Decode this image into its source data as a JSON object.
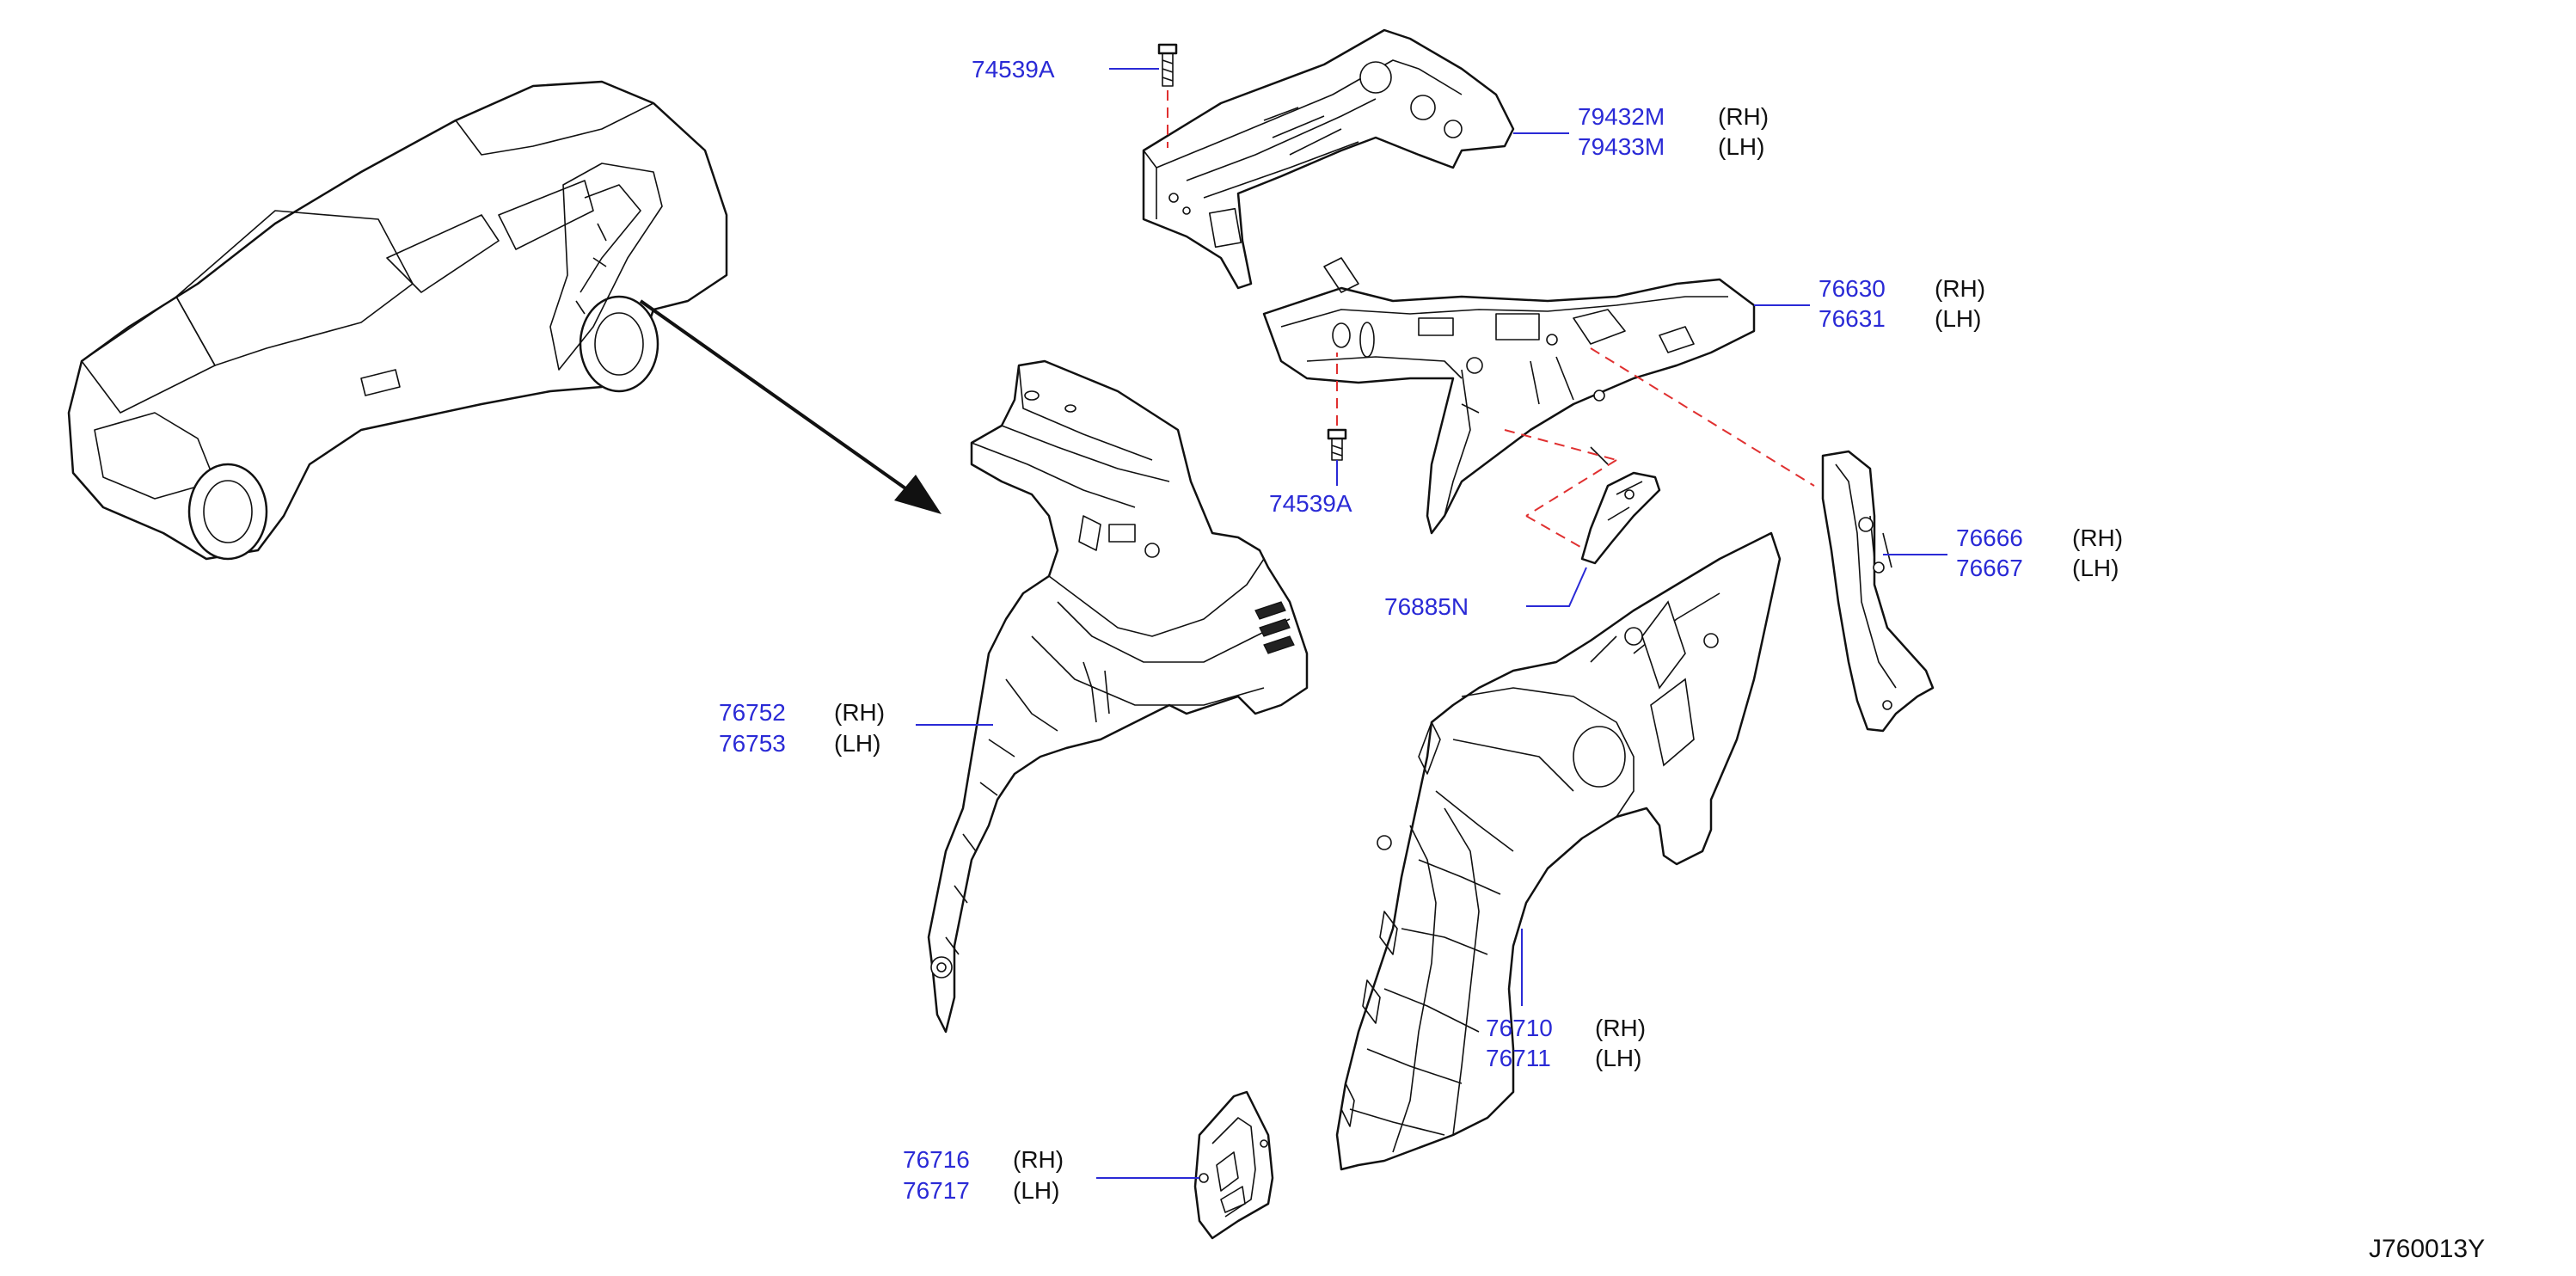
{
  "diagram_code": "J760013Y",
  "callouts": [
    {
      "id": "c1",
      "parts": [
        "74539A"
      ],
      "sides": []
    },
    {
      "id": "c2",
      "parts": [
        "79432M",
        "79433M"
      ],
      "sides": [
        "(RH)",
        "(LH)"
      ]
    },
    {
      "id": "c3",
      "parts": [
        "76630",
        "76631"
      ],
      "sides": [
        "(RH)",
        "(LH)"
      ]
    },
    {
      "id": "c4",
      "parts": [
        "74539A"
      ],
      "sides": []
    },
    {
      "id": "c5",
      "parts": [
        "76666",
        "76667"
      ],
      "sides": [
        "(RH)",
        "(LH)"
      ]
    },
    {
      "id": "c6",
      "parts": [
        "76885N"
      ],
      "sides": []
    },
    {
      "id": "c7",
      "parts": [
        "76752",
        "76753"
      ],
      "sides": [
        "(RH)",
        "(LH)"
      ]
    },
    {
      "id": "c8",
      "parts": [
        "76710",
        "76711"
      ],
      "sides": [
        "(RH)",
        "(LH)"
      ]
    },
    {
      "id": "c9",
      "parts": [
        "76716",
        "76717"
      ],
      "sides": [
        "(RH)",
        "(LH)"
      ]
    }
  ],
  "colors": {
    "part_number": "#2a2ad6",
    "hidden_line": "#e03030",
    "ink": "#111111"
  }
}
